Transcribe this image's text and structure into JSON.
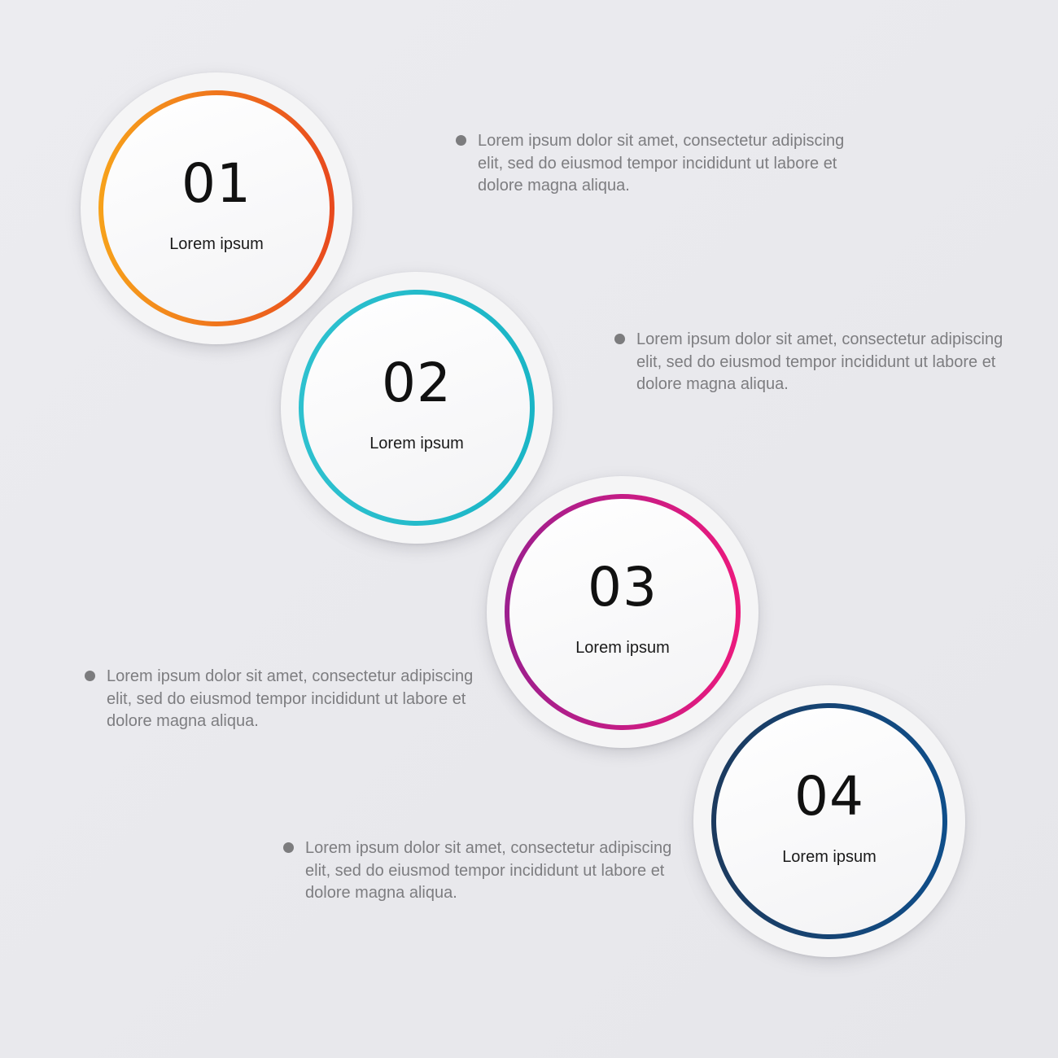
{
  "steps": [
    {
      "number": "01",
      "label": "Lorem ipsum",
      "colors": [
        "#f7a21b",
        "#e8491e"
      ],
      "description": "Lorem ipsum dolor sit amet, consectetur adipiscing elit, sed do eiusmod tempor incididunt ut labore et dolore magna aliqua."
    },
    {
      "number": "02",
      "label": "Lorem ipsum",
      "colors": [
        "#2ec1cf",
        "#1ab5c6"
      ],
      "description": "Lorem ipsum dolor sit amet, consectetur adipiscing elit, sed do eiusmod tempor incididunt ut labore et dolore magna aliqua."
    },
    {
      "number": "03",
      "label": "Lorem ipsum",
      "colors": [
        "#9c1f8e",
        "#ec1a7d"
      ],
      "description": "Lorem ipsum dolor sit amet, consectetur adipiscing elit, sed do eiusmod tempor incididunt ut labore et dolore magna aliqua."
    },
    {
      "number": "04",
      "label": "Lorem ipsum",
      "colors": [
        "#1c3a5e",
        "#0f4e8a"
      ],
      "description": "Lorem ipsum dolor sit amet, consectetur adipiscing elit, sed do eiusmod tempor incididunt ut labore et dolore magna aliqua."
    }
  ],
  "colors": {
    "background": "#e9e9ed",
    "bullet": "#7c7c7e",
    "description_text": "#7d7d80",
    "number_text": "#111111"
  }
}
